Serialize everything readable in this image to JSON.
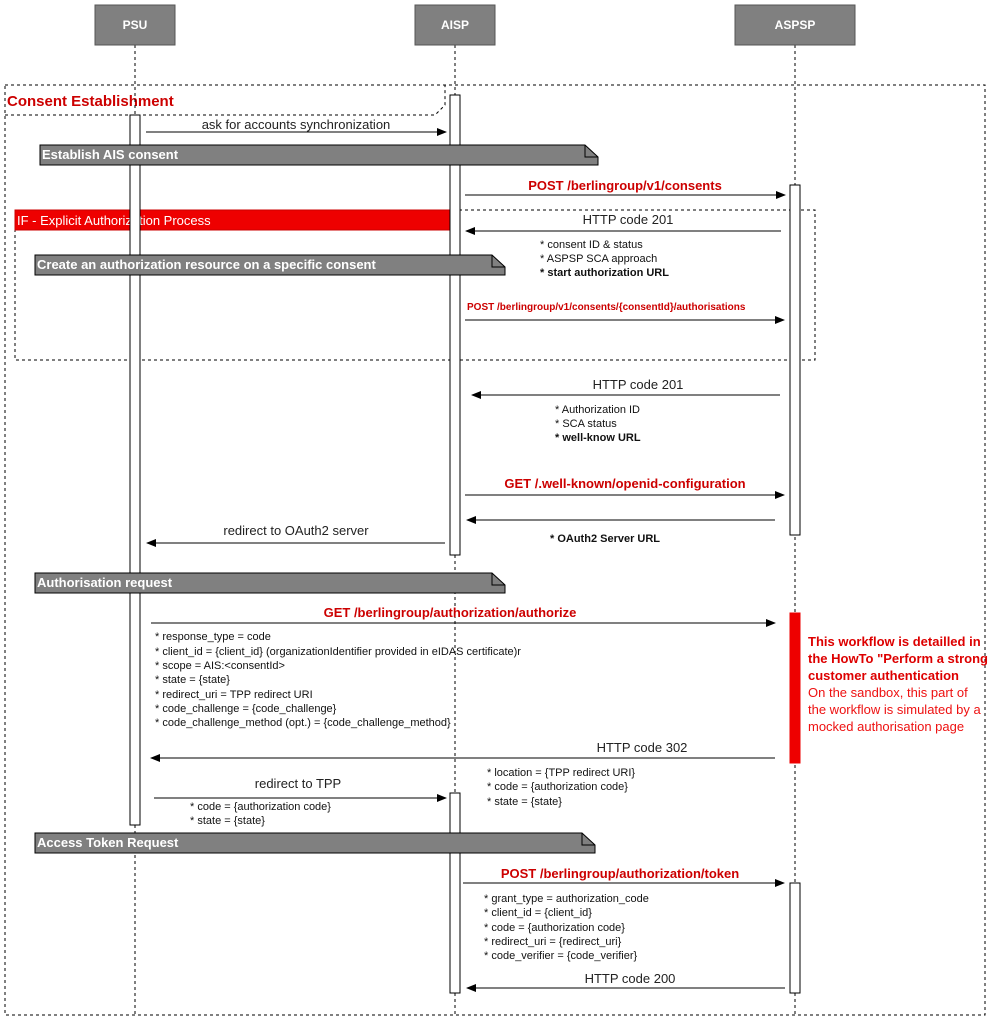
{
  "participants": {
    "psu": "PSU",
    "aisp": "AISP",
    "aspsp": "ASPSP"
  },
  "frame_title": "Consent Establishment",
  "if_label": "IF -  Explicit Authorization Process",
  "sections": {
    "establish": "Establish AIS consent",
    "create_auth": "Create an authorization resource on a specific consent",
    "auth_request": "Authorisation request",
    "token_request": "Access Token Request"
  },
  "messages": {
    "m1": "ask for accounts synchronization",
    "m2": "POST /berlingroup/v1/consents",
    "m3": "HTTP code 201",
    "m4": "POST /berlingroup/v1/consents/{consentId}/authorisations",
    "m5": "HTTP code 201",
    "m6": "GET /.well-known/openid-configuration",
    "m7": "redirect to OAuth2 server",
    "m8": "GET /berlingroup/authorization/authorize",
    "m9": "HTTP code 302",
    "m10": "redirect to TPP",
    "m11": "POST /berlingroup/authorization/token",
    "m12": "HTTP code 200"
  },
  "details": {
    "m3": [
      "* consent ID & status",
      "* ASPSP SCA approach",
      "* start authorization URL"
    ],
    "m5": [
      "* Authorization ID",
      "* SCA status",
      "* well-know URL"
    ],
    "m6_return": "* OAuth2 Server URL",
    "m8": [
      "* response_type = code",
      "* client_id = {client_id} (organizationIdentifier provided in eIDAS certificate)r",
      "* scope = AIS:<consentId>",
      "* state = {state}",
      "* redirect_uri = TPP redirect URI",
      "* code_challenge = {code_challenge}",
      "* code_challenge_method (opt.) = {code_challenge_method}"
    ],
    "m9": [
      "* location = {TPP redirect URI}",
      "* code = {authorization code}",
      "* state = {state}"
    ],
    "m10": [
      "* code = {authorization code}",
      "* state = {state}"
    ],
    "m11": [
      "* grant_type = authorization_code",
      "* client_id = {client_id}",
      "* code = {authorization code}",
      "* redirect_uri = {redirect_uri}",
      "* code_verifier = {code_verifier}"
    ]
  },
  "note": {
    "bold": "This workflow is detailled in the HowTo \"Perform a strong customer authentication",
    "plain": "On the sandbox, this part of the workflow is simulated by a mocked authorisation page"
  },
  "colors": {
    "accent_red": "#dd0000",
    "actor_fill": "#808080",
    "activation_fill": "#ffffff"
  }
}
